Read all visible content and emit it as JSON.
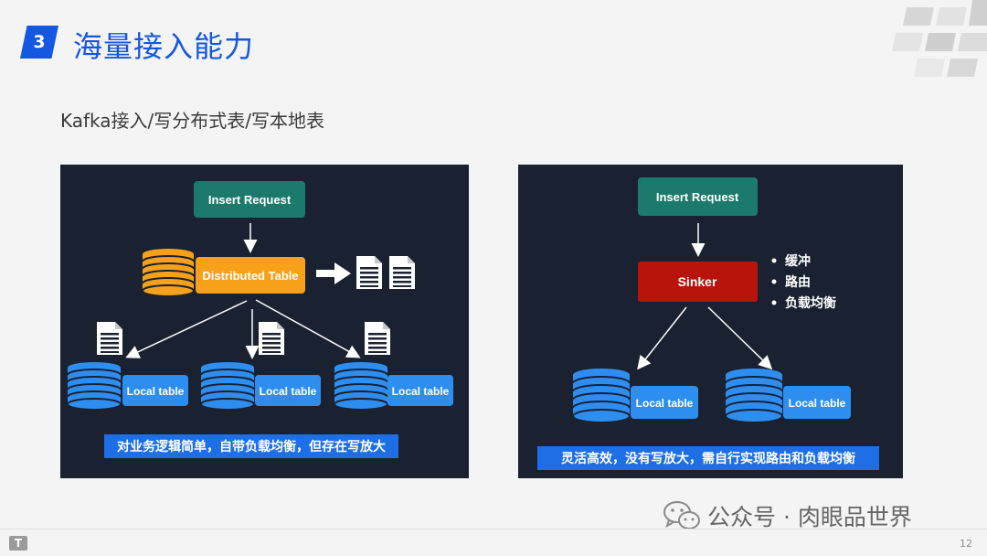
{
  "header": {
    "section_number": "3",
    "title": "海量接入能力"
  },
  "subtitle": "Kafka接入/写分布式表/写本地表",
  "left_panel": {
    "insert_request": "Insert Request",
    "distributed_table": "Distributed Table",
    "local_tables": [
      "Local table",
      "Local table",
      "Local table"
    ],
    "caption": "对业务逻辑简单，自带负载均衡，但存在写放大"
  },
  "right_panel": {
    "insert_request": "Insert Request",
    "sinker": "Sinker",
    "bullets": [
      "缓冲",
      "路由",
      "负载均衡"
    ],
    "local_tables": [
      "Local table",
      "Local table"
    ],
    "caption": "灵活高效，没有写放大，需自行实现路由和负载均衡"
  },
  "watermark": "公众号 · 肉眼品世界",
  "page_number": "12",
  "colors": {
    "brand_blue": "#1457e0",
    "panel_bg": "#1a2130",
    "request_green": "#1c7a6c",
    "distributed_orange": "#f7a11a",
    "sinker_red": "#b8140c",
    "db_blue": "#2e8ef0",
    "caption_blue": "#1e6fe6"
  }
}
